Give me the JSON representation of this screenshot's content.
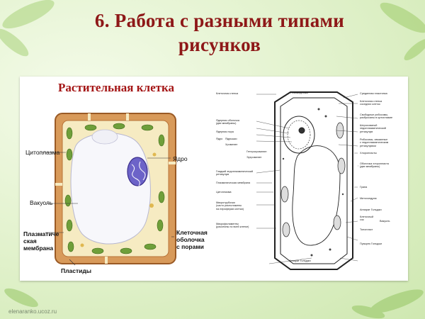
{
  "slide": {
    "title_line1": "6. Работа с разными типами",
    "title_line2": "рисунков",
    "footer_source": "elenaranko.ucoz.ru"
  },
  "left_figure": {
    "title": "Растительная клетка",
    "labels": {
      "cytoplasm": "Цитоплазма",
      "vacuole": "Вакуоль",
      "plasma_line1": "Плазматиче",
      "plasma_line2": "ская",
      "plasma_line3": "мембрана",
      "plastids": "Пластиды",
      "nucleus": "Ядро",
      "wall_line1": "Клеточная",
      "wall_line2": "оболочка",
      "wall_line3": "с порами"
    }
  },
  "right_figure": {
    "left_labels": [
      "Клеточная стенка",
      "Ядерная оболочка",
      "(две мембраны)",
      "Ядерная пора",
      "Ядрышко",
      "Хроматин",
      "Гладкий эндоплазматический",
      "ретикулум",
      "Плазматическая мембрана",
      "Цитоплазма",
      "Микротрубочки",
      "(часто расположены",
      "на периферии клетки)",
      "Микрофиламенты",
      "(рассеяны по всей клетке)",
      "Аппарат Гольджи"
    ],
    "inner_labels": [
      "Гетерохроматин",
      "Эухроматин"
    ],
    "ядро_label": "Ядро",
    "top_label": "Плазмодесмы",
    "right_labels": [
      "Срединная пластинка",
      "Клеточная стенка",
      "соседних клеток",
      "Свободные рибосомы,",
      "разбросаны в цитоплазме",
      "Шероховатый",
      "эндоплазматический",
      "ретикулум",
      "Рибосомы, связанные",
      "с эндоплазматическим",
      "ретикулумом",
      "Хлоропласты",
      "Оболочка хлоропласта",
      "(две мембраны)",
      "Грана",
      "Митохондрия",
      "Аппарат Гольджи",
      "Клеточный",
      "сок",
      "Вакуоль",
      "Тонопласт",
      "Пузырек Гольджи"
    ]
  },
  "colors": {
    "title": "#8e1818",
    "left_title": "#a41515",
    "cell_wall": "#c98a4a",
    "cytoplasm_fill": "#f6ebc2",
    "chloroplast": "#6f9f3a",
    "nucleus": "#6c63c8"
  }
}
